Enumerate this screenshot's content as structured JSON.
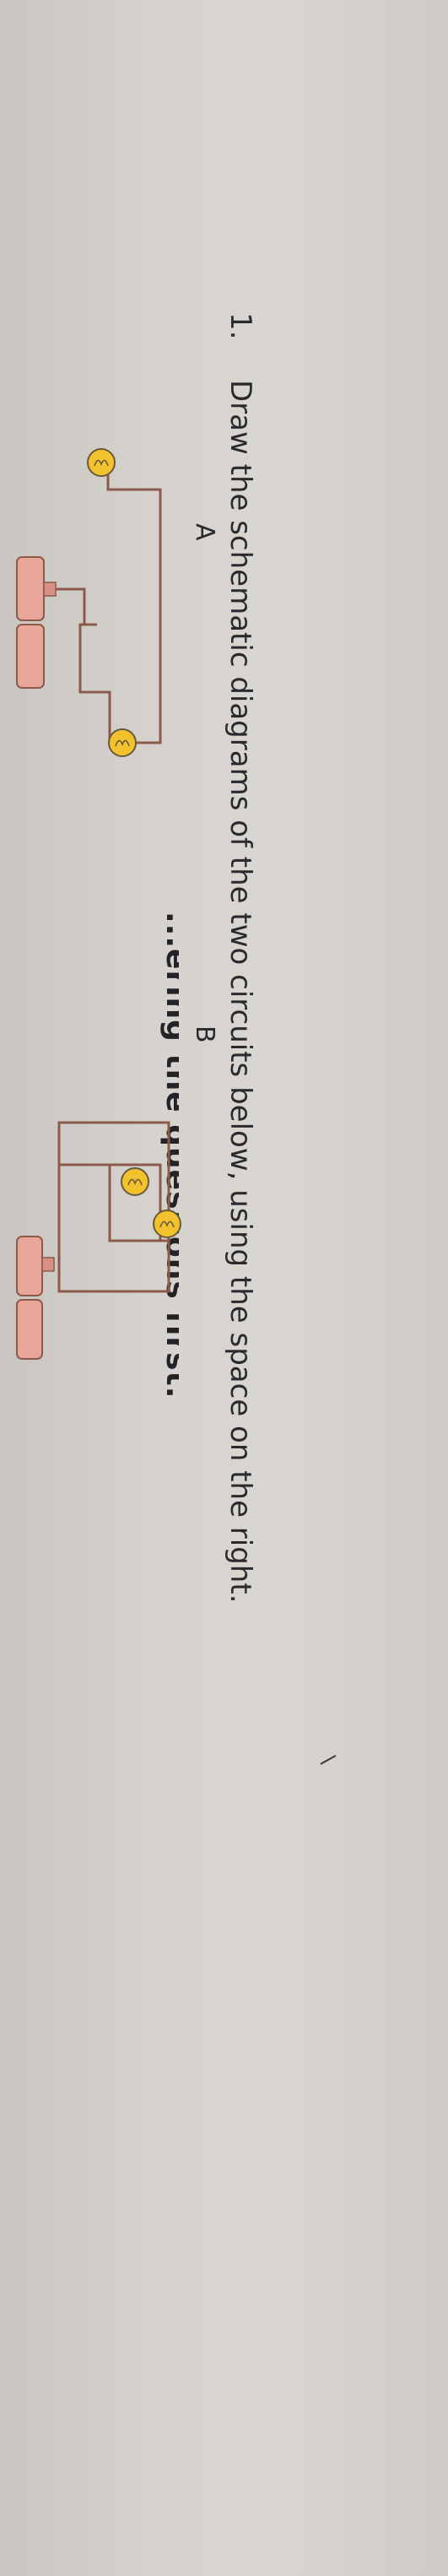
{
  "worksheet": {
    "header_fragment": "...ering the questions first.",
    "question": {
      "number": "1.",
      "text": "Draw the schematic diagrams of the two circuits below, using the space on the right."
    },
    "circuit_labels": {
      "a": "A",
      "b": "B"
    }
  },
  "colors": {
    "wire": "#8c5a4a",
    "bulb": "#f2c12e",
    "battery": "#e8a59a",
    "ink": "#2a2a2e"
  }
}
